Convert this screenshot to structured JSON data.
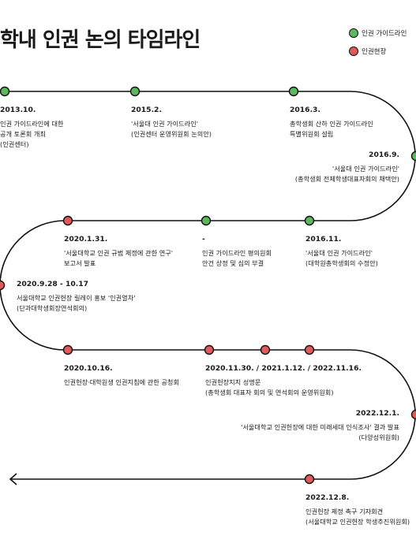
{
  "title": "학내 인권 논의 타임라인",
  "legend": [
    {
      "label": "인권 가이드라인",
      "color": "#5cb85c"
    },
    {
      "label": "인권현장",
      "color": "#e05a5a"
    }
  ],
  "colors": {
    "guideline": "#5cb85c",
    "charter": "#e05a5a",
    "line": "#111111"
  },
  "events": [
    {
      "date": "2013.10.",
      "lines": [
        "인권 가이드라인에 대한",
        "공개 토론회 개최",
        "(인권센터)"
      ]
    },
    {
      "date": "2015.2.",
      "lines": [
        "'서울대 인권 가이드라인'",
        "(인권센터 운영위원회 논의안)"
      ]
    },
    {
      "date": "2016.3.",
      "lines": [
        "총학생회 산하 인권 가이드라인",
        "특별위원회 설립"
      ]
    },
    {
      "date": "2016.9.",
      "lines": [
        "'서울대 인권 가이드라인'",
        "(총학생회 전체학생대표자회의 채택안)"
      ]
    },
    {
      "date": "2016.11.",
      "lines": [
        "'서울대 인권 가이드라인'",
        "(대학원총학생회의 수정안)"
      ]
    },
    {
      "date": "-",
      "lines": [
        "인권 가이드라인 평의원회",
        "안건 상정 및 심의 부결"
      ]
    },
    {
      "date": "2020.1.31.",
      "lines": [
        "'서울대학교 인권 규범 제정에 관한 연구'",
        "보고서 발표"
      ]
    },
    {
      "date": "2020.9.28 - 10.17",
      "lines": [
        "서울대학교 인권헌장 릴레이 홍보 '인권열차'",
        "(단과대학생회장연석회의)"
      ]
    },
    {
      "date": "2020.10.16.",
      "lines": [
        "인권헌장·대학원생 인권지침에 관한 공청회"
      ]
    },
    {
      "date": "2020.11.30.  /  2021.1.12.  /  2022.11.16.",
      "lines": [
        "인권헌장지지 성명문",
        "(총학생회 대표자 회의 및 연석회의 운영위원회)"
      ]
    },
    {
      "date": "2022.12.1.",
      "lines": [
        "'서울대학교 인권헌장에 대한 미래세대 인식조사' 결과 발표",
        "(다양성위원회)"
      ]
    },
    {
      "date": "2022.12.8.",
      "lines": [
        "인권헌장 제정 촉구 기자회견",
        "(서울대학교 인권헌장 학생추진위원회)"
      ]
    }
  ]
}
